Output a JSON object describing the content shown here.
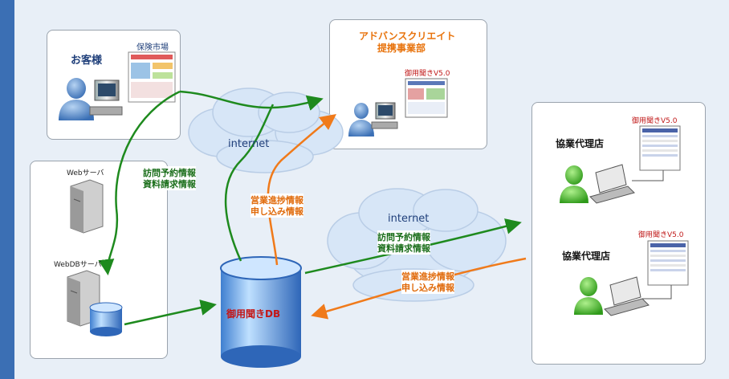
{
  "colors": {
    "green_arrow": "#1e8a1e",
    "orange_arrow": "#f07a1a",
    "title_orange": "#e8730c",
    "version_red": "#c01818",
    "db_text_red": "#c41616",
    "cloud_fill": "#d7e6f7",
    "text_green": "#1a6e1a",
    "text_orange": "#e06a0a"
  },
  "customer": {
    "title": "お客様",
    "site_label": "保険市場"
  },
  "partner_hq": {
    "title_line1": "アドバンスクリエイト",
    "title_line2": "提携事業部",
    "app_version": "御用聞きV5.0"
  },
  "servers": {
    "web_server": "Webサーバ",
    "webdb_server": "WebDBサーバ"
  },
  "agents": [
    {
      "title": "協業代理店",
      "app_version": "御用聞きV5.0"
    },
    {
      "title": "協業代理店",
      "app_version": "御用聞きV5.0"
    }
  ],
  "clouds": {
    "top": "internet",
    "right": "internet"
  },
  "database": {
    "label": "御用聞きDB"
  },
  "flows": {
    "visit_line1": "訪問予約情報",
    "visit_line2": "資料請求情報",
    "sales_line1": "営業進捗情報",
    "sales_line2": "申し込み情報",
    "right_visit_line1": "訪問予約情報",
    "right_visit_line2": "資料請求情報",
    "right_sales_line1": "営業進捗情報",
    "right_sales_line2": "申し込み情報"
  }
}
